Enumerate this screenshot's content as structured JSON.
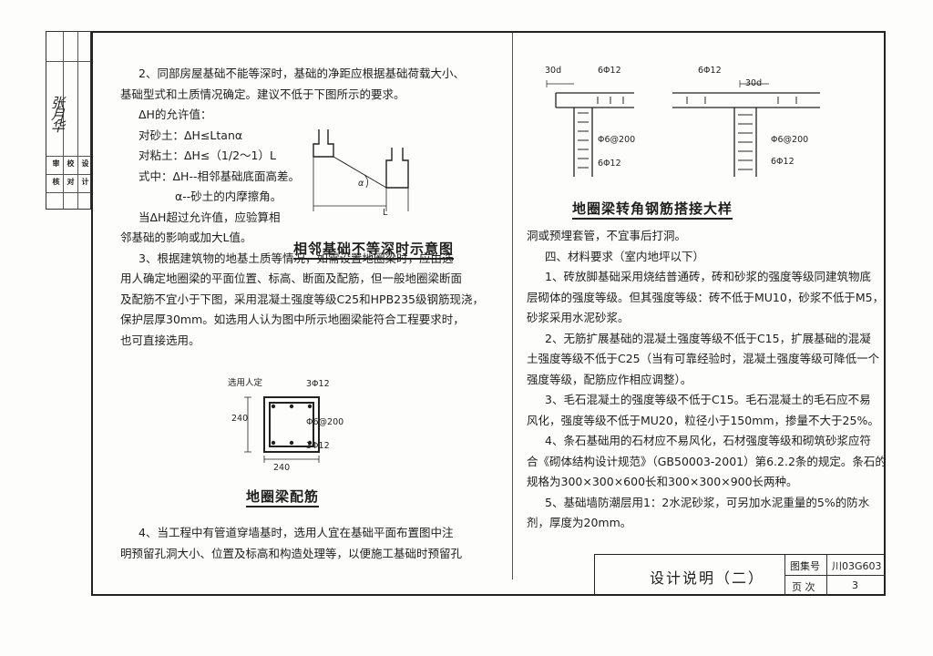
{
  "strip": {
    "cells": [
      "审",
      "核",
      "校",
      "对",
      "设",
      "计"
    ],
    "signature": "张月华"
  },
  "left_column": {
    "lines": [
      "2、同部房屋基础不能等深时，基础的净距应根据基础荷载大小、",
      "基础型式和土质情况确定。建议不低于下图所示的要求。",
      "ΔH的允许值：",
      "对砂土：ΔH≤Ltanα",
      "对粘土：ΔH≤（1/2～1）L",
      "式中：ΔH--相邻基础底面高差。",
      "α--砂土的内摩擦角。",
      "当ΔH超过允许值，应验算相",
      "邻基础的影响或加大L值。",
      "3、根据建筑物的地基土质等情况，如需设置地圈梁时，应由选",
      "用人确定地圈梁的平面位置、标高、断面及配筋，但一般地圈梁断面",
      "及配筋不宜小于下图，采用混凝土强度等级C25和HPB235级钢筋现浇，",
      "保护层厚30mm。如选用人认为图中所示地圈梁能符合工程要求时，",
      "也可直接选用。"
    ],
    "bottom_lines": [
      "4、当工程中有管道穿墙基时，选用人宜在基础平面布置图中注",
      "明预留孔洞大小、位置及标高和构造处理等，以便施工基础时预留孔"
    ]
  },
  "foundation_fig": {
    "caption": "相邻基础不等深时示意图",
    "labels": {
      "alpha": "α",
      "l": "L"
    }
  },
  "beam_section_fig": {
    "caption": "地圈梁配筋",
    "labels": {
      "note": "选用人定",
      "top_bar": "3Φ12",
      "stirrup": "Φ6@200",
      "bottom_bar": "3Φ12",
      "height": "240",
      "width": "240"
    }
  },
  "corner_fig": {
    "caption": "地圈梁转角钢筋搭接大样",
    "left_labels": {
      "lap": "30d",
      "top": "6Φ12",
      "stirrup": "Φ6@200",
      "bottom": "6Φ12"
    },
    "right_labels": {
      "top": "6Φ12",
      "lap": "30d",
      "stirrup": "Φ6@200",
      "bottom": "6Φ12"
    }
  },
  "right_column": {
    "lines": [
      "洞或预埋套管，不宜事后打洞。",
      "四、材料要求（室内地坪以下）",
      "1、砖放脚基础采用烧结普通砖，砖和砂浆的强度等级同建筑物底",
      "层砌体的强度等级。但其强度等级：砖不低于MU10，砂浆不低于M5，",
      "砂浆采用水泥砂浆。",
      "2、无筋扩展基础的混凝土强度等级不低于C15，扩展基础的混凝",
      "土强度等级不低于C25（当有可靠经验时，混凝土强度等级可降低一个",
      "强度等级，配筋应作相应调整）。",
      "3、毛石混凝土的强度等级不低于C15。毛石混凝土的毛石应不易",
      "风化，强度等级不低于MU20，粒径小于150mm，掺量不大于25%。",
      "4、条石基础用的石材应不易风化，石材强度等级和砌筑砂浆应符",
      "合《砌体结构设计规范》（GB50003-2001）第6.2.2条的规定。条石的",
      "规格为300×300×600长和300×300×900长两种。",
      "5、基础墙防潮层用1：2水泥砂浆，可另加水泥重量的5%的防水",
      "剂，厚度为20mm。"
    ]
  },
  "title_block": {
    "title": "设计说明（二）",
    "atlas_label": "图集号",
    "atlas_no": "川03G603",
    "page_label": "页 次",
    "page_no": "3"
  }
}
